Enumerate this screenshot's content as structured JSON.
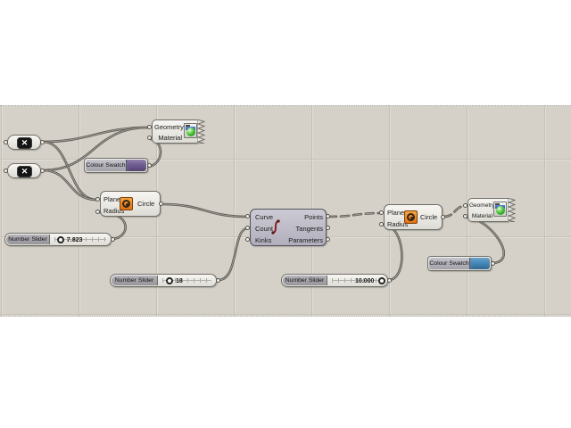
{
  "canvas": {
    "background": "#d5d1c9"
  },
  "x_params": [
    {
      "icon": "x-circle",
      "glyph": "✕"
    },
    {
      "icon": "x-circle",
      "glyph": "✕"
    }
  ],
  "previews": [
    {
      "input1": "Geometry",
      "input2": "Material"
    },
    {
      "input1": "Geometry",
      "input2": "Material"
    }
  ],
  "circles": [
    {
      "input1": "Plane",
      "input2": "Radius",
      "label": "Circle"
    },
    {
      "input1": "Plane",
      "input2": "Radius",
      "label": "Circle"
    }
  ],
  "divide": {
    "in1": "Curve",
    "in2": "Count",
    "in3": "Kinks",
    "out1": "Points",
    "out2": "Tangents",
    "out3": "Parameters"
  },
  "sliders": [
    {
      "label": "Number Slider",
      "value": "7.823"
    },
    {
      "label": "Number Slider",
      "value": "18"
    },
    {
      "label": "Number Slider",
      "value": "10.000"
    }
  ],
  "swatches": [
    {
      "label": "Colour Swatch",
      "color": "#6d5a91"
    },
    {
      "label": "Colour Swatch",
      "color": "#4187ba"
    }
  ],
  "accents": {
    "component_icon_orange": "#e8821e",
    "wire": "#57544f"
  }
}
